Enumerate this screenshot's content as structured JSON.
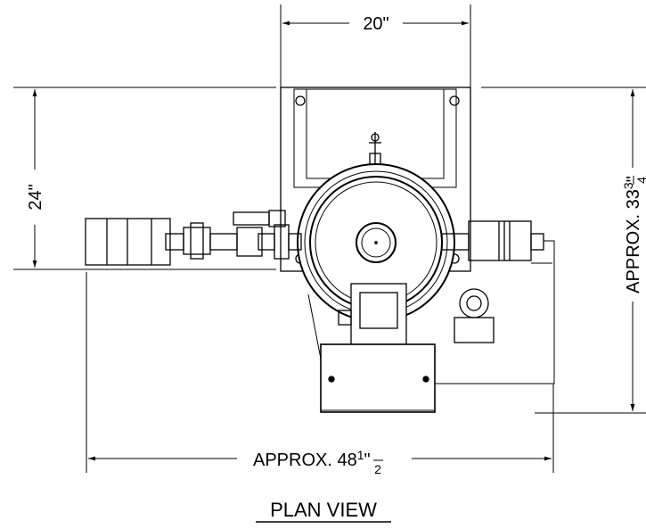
{
  "dimensions": {
    "width_top": {
      "text": "20\""
    },
    "depth_left": {
      "text": "24\""
    },
    "height_right": {
      "prefix": "APPROX. 33",
      "num": "3",
      "den": "4",
      "suffix": "\""
    },
    "length_bottom": {
      "prefix": "APPROX. 48",
      "num": "1",
      "den": "2",
      "suffix": "\""
    }
  },
  "caption": "PLAN VIEW"
}
